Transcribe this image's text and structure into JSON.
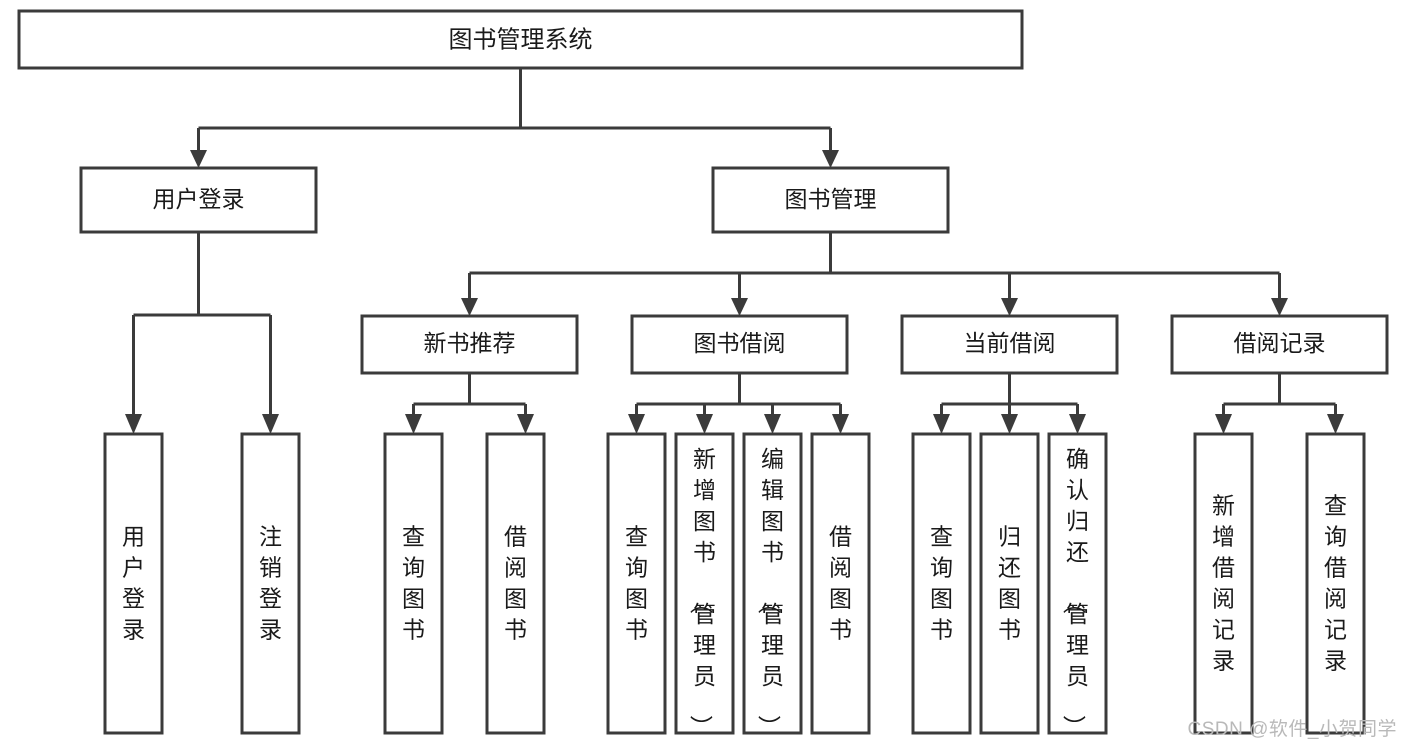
{
  "diagram": {
    "type": "tree",
    "title": "图书管理系统",
    "watermark": "CSDN @软件_小贺同学",
    "colors": {
      "stroke": "#3b3b3b",
      "fill": "#ffffff",
      "text": "#1a1a1a",
      "watermark": "#b9b9b9"
    },
    "root": {
      "id": "root",
      "label": "图书管理系统"
    },
    "level2": [
      {
        "id": "user-login",
        "label": "用户登录"
      },
      {
        "id": "book-manage",
        "label": "图书管理"
      }
    ],
    "level3": [
      {
        "id": "new-book-recommend",
        "label": "新书推荐",
        "parent": "book-manage"
      },
      {
        "id": "book-borrow",
        "label": "图书借阅",
        "parent": "book-manage"
      },
      {
        "id": "current-borrow",
        "label": "当前借阅",
        "parent": "book-manage"
      },
      {
        "id": "borrow-record",
        "label": "借阅记录",
        "parent": "book-manage"
      }
    ],
    "leaves": [
      {
        "id": "leaf-user-login",
        "label": "用户登录",
        "parent": "user-login"
      },
      {
        "id": "leaf-logout-login",
        "label": "注销登录",
        "parent": "user-login"
      },
      {
        "id": "leaf-query-book-1",
        "label": "查询图书",
        "parent": "new-book-recommend"
      },
      {
        "id": "leaf-borrow-book-1",
        "label": "借阅图书",
        "parent": "new-book-recommend"
      },
      {
        "id": "leaf-query-book-2",
        "label": "查询图书",
        "parent": "book-borrow"
      },
      {
        "id": "leaf-add-book",
        "label": "新增图书（管理员）",
        "parent": "book-borrow"
      },
      {
        "id": "leaf-edit-book",
        "label": "编辑图书（管理员）",
        "parent": "book-borrow"
      },
      {
        "id": "leaf-borrow-book-2",
        "label": "借阅图书",
        "parent": "book-borrow"
      },
      {
        "id": "leaf-query-book-3",
        "label": "查询图书",
        "parent": "current-borrow"
      },
      {
        "id": "leaf-return-book",
        "label": "归还图书",
        "parent": "current-borrow"
      },
      {
        "id": "leaf-confirm-return",
        "label": "确认归还（管理员）",
        "parent": "current-borrow"
      },
      {
        "id": "leaf-add-record",
        "label": "新增借阅记录",
        "parent": "borrow-record"
      },
      {
        "id": "leaf-query-record",
        "label": "查询借阅记录",
        "parent": "borrow-record"
      }
    ]
  }
}
